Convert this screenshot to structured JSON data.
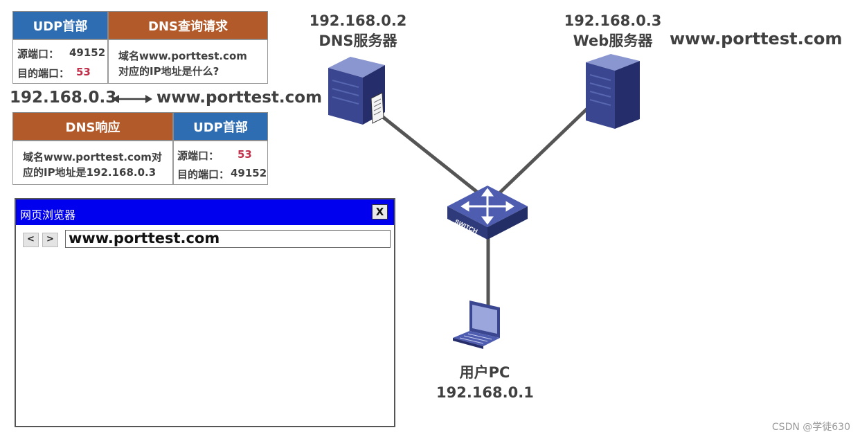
{
  "packet_request": {
    "udp_header": "UDP首部",
    "dns_header": "DNS查询请求",
    "src_port_label": "源端口：",
    "src_port_value": "49152",
    "dst_port_label": "目的端口：",
    "dst_port_value": "53",
    "query_line1": "域名www.porttest.com",
    "query_line2": "对应的IP地址是什么?"
  },
  "mapping": {
    "ip": "192.168.0.3",
    "domain": "www.porttest.com"
  },
  "packet_response": {
    "dns_header": "DNS响应",
    "udp_header": "UDP首部",
    "answer_line1": "域名www.porttest.com对",
    "answer_line2": "应的IP地址是192.168.0.3",
    "src_port_label": "源端口：",
    "src_port_value": "53",
    "dst_port_label": "目的端口：",
    "dst_port_value": "49152"
  },
  "browser": {
    "title": "网页浏览器",
    "close_label": "X",
    "back_label": "<",
    "forward_label": ">",
    "address": "www.porttest.com"
  },
  "network": {
    "dns_server": {
      "ip": "192.168.0.2",
      "name": "DNS服务器"
    },
    "web_server": {
      "ip": "192.168.0.3",
      "name": "Web服务器",
      "domain": "www.porttest.com"
    },
    "switch_label": "SWITCH",
    "pc": {
      "name": "用户PC",
      "ip": "192.168.0.1"
    }
  },
  "watermark": "CSDN @学徒630",
  "colors": {
    "udp_blue": "#2f6db3",
    "dns_brown": "#b35a2a",
    "port_red": "#c0304a",
    "titlebar_blue": "#0000ee",
    "device_navy": "#2e3a7a"
  }
}
